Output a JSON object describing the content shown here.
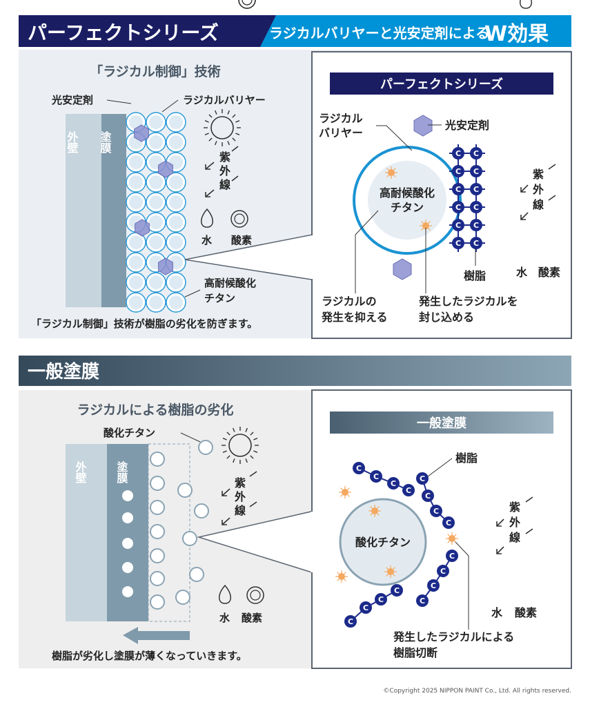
{
  "header": {
    "title": "パーフェクトシリーズ",
    "subtitle": "ラジカルバリヤーと光安定剤による",
    "subtitle_emph": "W効果"
  },
  "perfect": {
    "left_title": "「ラジカル制御」技術",
    "label_light_stabilizer": "光安定剤",
    "label_radical_barrier": "ラジカルバリヤー",
    "wall": "外壁",
    "coating": "塗膜",
    "uv": [
      "紫",
      "外",
      "線"
    ],
    "water": "水",
    "oxygen": "酸素",
    "titanium": [
      "高耐候酸化",
      "チタン"
    ],
    "caption": "「ラジカル制御」技術が樹脂の劣化を防ぎます。",
    "zoom_banner": "パーフェクトシリーズ",
    "zoom_radical_barrier": [
      "ラジカル",
      "バリヤー"
    ],
    "zoom_light_stabilizer": "光安定剤",
    "zoom_titanium": [
      "高耐候酸化",
      "チタン"
    ],
    "resin": "樹脂",
    "suppress": [
      "ラジカルの",
      "発生を抑える"
    ],
    "contain": [
      "発生したラジカルを",
      "封じ込める"
    ],
    "carbon": "C"
  },
  "general": {
    "header": "一般塗膜",
    "left_title": "ラジカルによる樹脂の劣化",
    "label_titanium": "酸化チタン",
    "wall": "外壁",
    "coating": "塗膜",
    "uv": [
      "紫",
      "外",
      "線"
    ],
    "water": "水",
    "oxygen": "酸素",
    "caption": "樹脂が劣化し塗膜が薄くなっていきます。",
    "zoom_banner": "一般塗膜",
    "resin": "樹脂",
    "titanium": "酸化チタン",
    "cut": [
      "発生したラジカルによる",
      "樹脂切断"
    ]
  },
  "footer": {
    "copyright": "©Copyright 2025 NIPPON PAINT Co., Ltd. All rights reserved."
  },
  "colors": {
    "navy": "#1b1d63",
    "blue": "#0092d6",
    "slate": "#4c6272",
    "light_wall": "#c5d4dd",
    "coating": "#7f9aab"
  }
}
